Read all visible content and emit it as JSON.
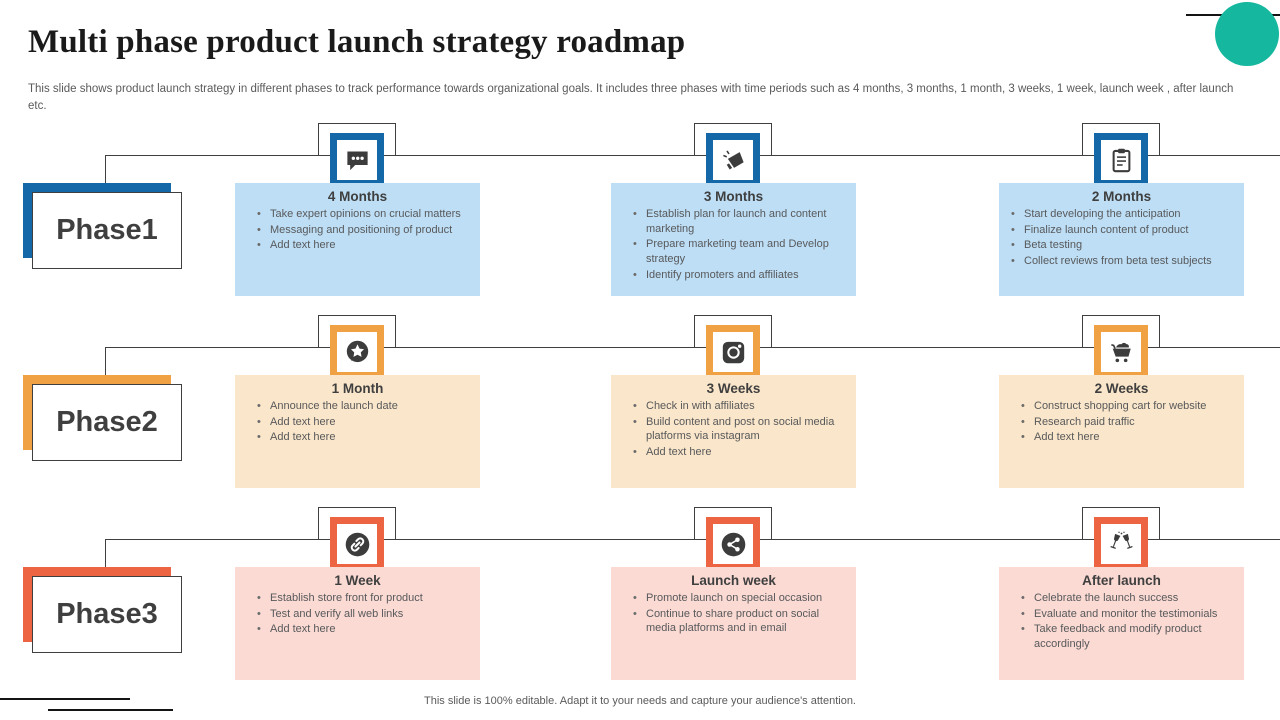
{
  "slide": {
    "title": "Multi phase product launch strategy roadmap",
    "description": "This slide shows product launch strategy in different phases to track performance towards organizational goals. It includes three phases with time periods such as 4 months, 3 months, 1 month, 3 weeks, 1 week, launch week , after launch etc.",
    "footer": "This slide is 100% editable. Adapt it to your needs and capture your audience's attention."
  },
  "colors": {
    "phase1_accent": "#1568A8",
    "phase1_card": "#BDDEF5",
    "phase2_accent": "#EFA143",
    "phase2_card": "#FAE6CA",
    "phase3_accent": "#EC6442",
    "phase3_card": "#FADAD3",
    "icon_glyph": "#3C3C3C",
    "connector_line": "#3F3F3F",
    "teal_circle": "#15B79E"
  },
  "phases": [
    {
      "label": "Phase1",
      "milestones": [
        {
          "title": "4 Months",
          "icon": "comment-icon",
          "bullets": [
            "Take expert opinions on crucial matters",
            "Messaging and positioning of product",
            "Add text here"
          ]
        },
        {
          "title": "3 Months",
          "icon": "megaphone-icon",
          "bullets": [
            "Establish plan for launch and content marketing",
            "Prepare marketing team and Develop strategy",
            "Identify promoters and affiliates"
          ]
        },
        {
          "title": "2 Months",
          "icon": "clipboard-icon",
          "bullets": [
            "Start developing the anticipation",
            "Finalize launch content of product",
            "Beta testing",
            "Collect reviews from beta test subjects"
          ]
        }
      ]
    },
    {
      "label": "Phase2",
      "milestones": [
        {
          "title": "1 Month",
          "icon": "star-badge-icon",
          "bullets": [
            "Announce the launch date",
            "Add text here",
            "Add text here"
          ]
        },
        {
          "title": "3 Weeks",
          "icon": "instagram-icon",
          "bullets": [
            "Check in with affiliates",
            "Build content and post on social media platforms via instagram",
            "Add text here"
          ]
        },
        {
          "title": "2 Weeks",
          "icon": "shopping-cart-icon",
          "bullets": [
            "Construct shopping cart for website",
            "Research paid traffic",
            "Add text here"
          ]
        }
      ]
    },
    {
      "label": "Phase3",
      "milestones": [
        {
          "title": "1 Week",
          "icon": "link-icon",
          "bullets": [
            "Establish store front for product",
            "Test and verify  all web links",
            "Add text here"
          ]
        },
        {
          "title": "Launch week",
          "icon": "share-icon",
          "bullets": [
            "Promote launch on special occasion",
            "Continue to share product on social media platforms and in email"
          ]
        },
        {
          "title": "After launch",
          "icon": "celebration-glasses-icon",
          "bullets": [
            "Celebrate the launch success",
            "Evaluate and monitor the testimonials",
            "Take feedback and modify product accordingly"
          ]
        }
      ]
    }
  ]
}
